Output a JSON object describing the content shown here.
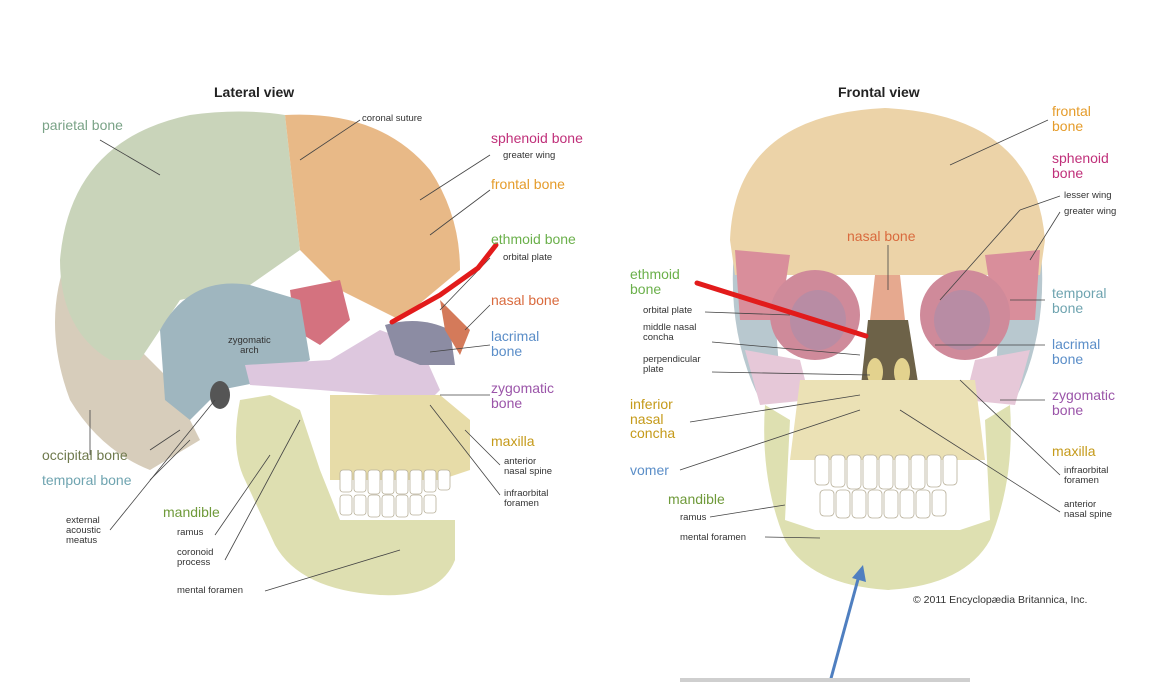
{
  "lateral": {
    "title": "Lateral view",
    "labels": {
      "parietal": "parietal bone",
      "coronal": "coronal suture",
      "sphenoid": "sphenoid bone",
      "greater_wing": "greater wing",
      "frontal": "frontal bone",
      "ethmoid": "ethmoid bone",
      "orbital_plate": "orbital plate",
      "nasal": "nasal bone",
      "lacrimal": "lacrimal\nbone",
      "zygomatic": "zygomatic\nbone",
      "zyg_arch": "zygomatic\narch",
      "maxilla": "maxilla",
      "ant_nasal_spine": "anterior\nnasal spine",
      "infraorbital": "infraorbital\nforamen",
      "occipital": "occipital bone",
      "temporal": "temporal bone",
      "ext_acoustic": "external\nacoustic\nmeatus",
      "mandible": "mandible",
      "ramus": "ramus",
      "coronoid": "coronoid\nprocess",
      "mental_foramen": "mental foramen"
    }
  },
  "frontal": {
    "title": "Frontal view",
    "labels": {
      "frontal": "frontal\nbone",
      "sphenoid": "sphenoid\nbone",
      "lesser_wing": "lesser wing",
      "greater_wing": "greater wing",
      "nasal": "nasal bone",
      "ethmoid": "ethmoid\nbone",
      "orbital_plate": "orbital plate",
      "middle_nasal_concha": "middle nasal\nconcha",
      "perpendicular_plate": "perpendicular\nplate",
      "temporal": "temporal\nbone",
      "lacrimal": "lacrimal\nbone",
      "zygomatic": "zygomatic\nbone",
      "inferior_nasal_concha": "inferior\nnasal\nconcha",
      "vomer": "vomer",
      "maxilla": "maxilla",
      "infraorbital": "infraorbital\nforamen",
      "mandible": "mandible",
      "ramus": "ramus",
      "mental_foramen": "mental foramen",
      "ant_nasal_spine": "anterior\nnasal spine"
    }
  },
  "copyright": "© 2011 Encyclopædia Britannica, Inc."
}
